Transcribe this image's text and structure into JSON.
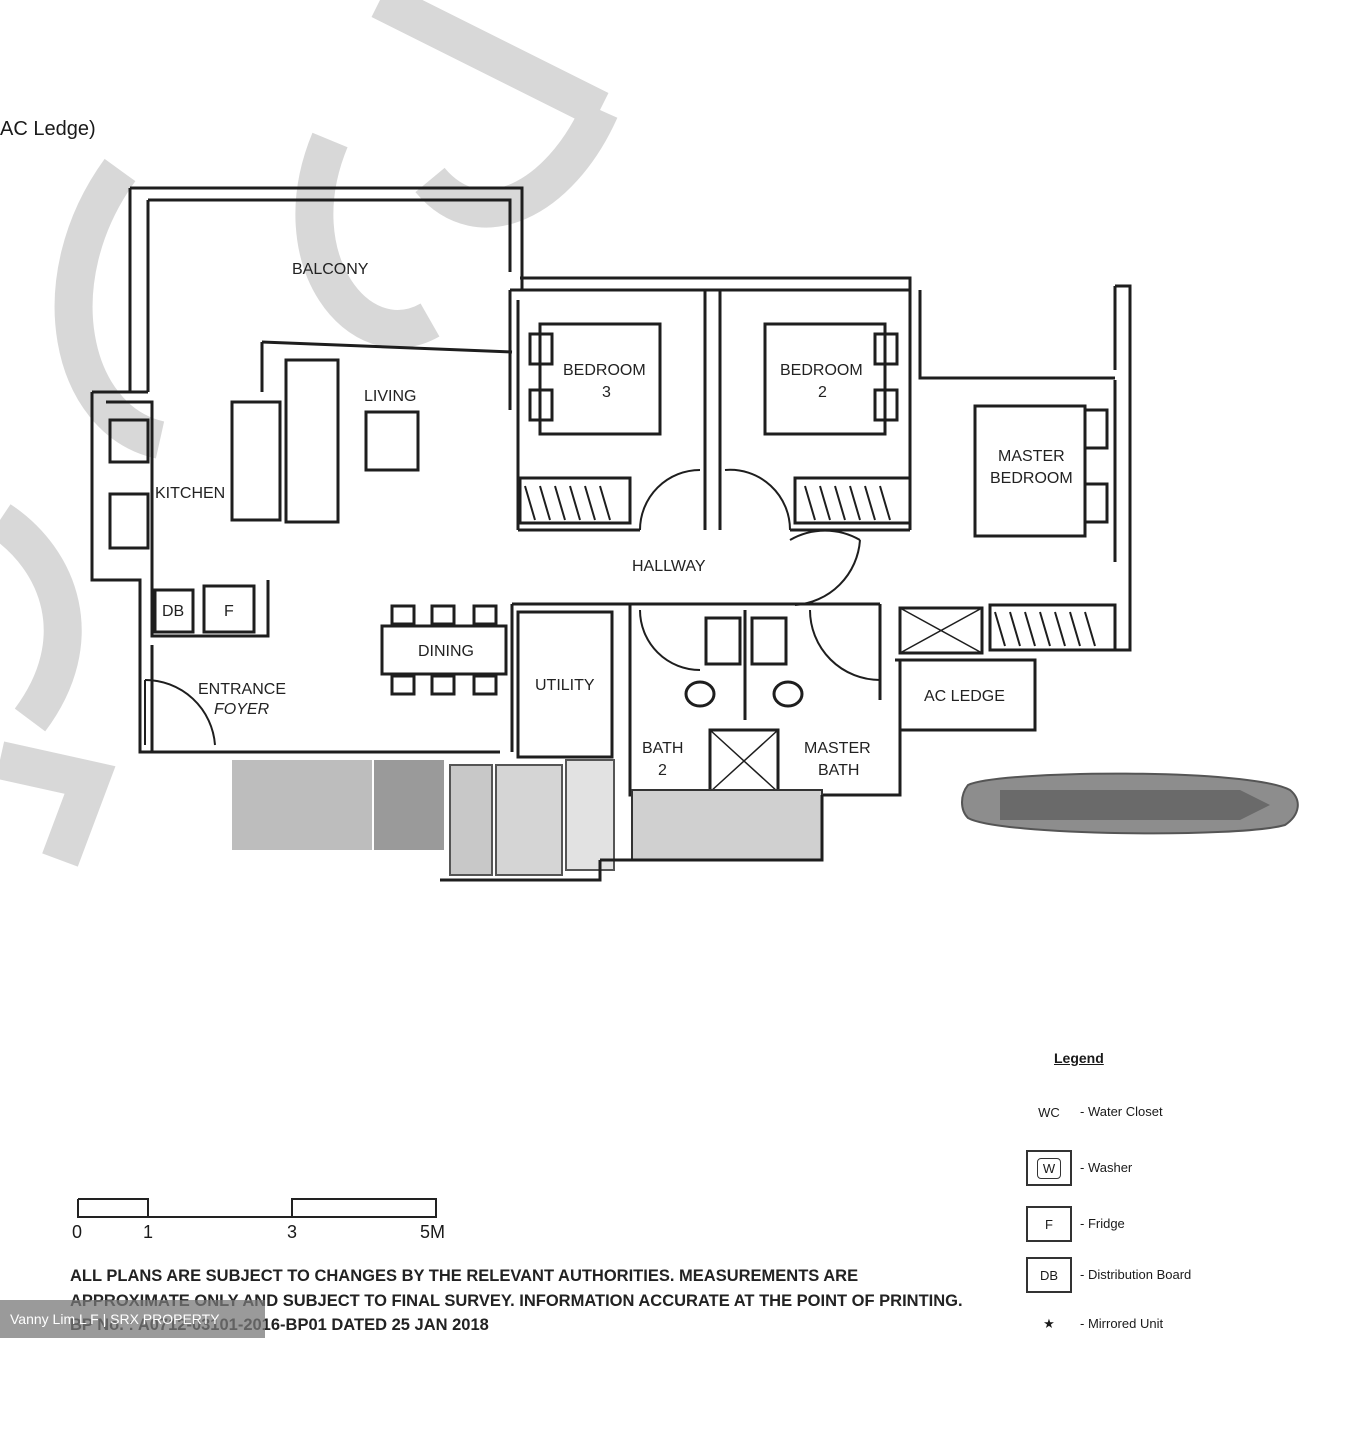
{
  "header_note": "AC Ledge)",
  "watermark": {
    "text": "PROP",
    "color": "#cfcfcf"
  },
  "rooms": {
    "balcony": "BALCONY",
    "living": "LIVING",
    "kitchen": "KITCHEN",
    "db": "DB",
    "fridge": "F",
    "dining": "DINING",
    "entrance": "ENTRANCE",
    "foyer": "FOYER",
    "utility": "UTILITY",
    "bedroom3_line1": "BEDROOM",
    "bedroom3_line2": "3",
    "bedroom2_line1": "BEDROOM",
    "bedroom2_line2": "2",
    "master_line1": "MASTER",
    "master_line2": "BEDROOM",
    "hallway": "HALLWAY",
    "bath2_line1": "BATH",
    "bath2_line2": "2",
    "masterbath_line1": "MASTER",
    "masterbath_line2": "BATH",
    "ac_ledge": "AC LEDGE"
  },
  "scale": {
    "labels": [
      "0",
      "1",
      "3",
      "5M"
    ]
  },
  "disclaimer": {
    "line1": "ALL PLANS ARE SUBJECT TO CHANGES BY THE RELEVANT AUTHORITIES. MEASUREMENTS ARE",
    "line2": "APPROXIMATE ONLY AND SUBJECT TO FINAL SURVEY. INFORMATION ACCURATE AT THE POINT OF PRINTING.",
    "line3": "BP No. : A0712-03101-2016-BP01 DATED 25 JAN 2018"
  },
  "legend": {
    "title": "Legend",
    "items": [
      {
        "key": "WC",
        "desc": "- Water Closet",
        "style": "text"
      },
      {
        "key": "W",
        "desc": "- Washer",
        "style": "box-inner"
      },
      {
        "key": "F",
        "desc": "- Fridge",
        "style": "box"
      },
      {
        "key": "DB",
        "desc": "- Distribution Board",
        "style": "box"
      },
      {
        "key": "★",
        "desc": "- Mirrored Unit",
        "style": "text"
      }
    ]
  },
  "credit": "Vanny Lim L F | SRX PROPERTY"
}
